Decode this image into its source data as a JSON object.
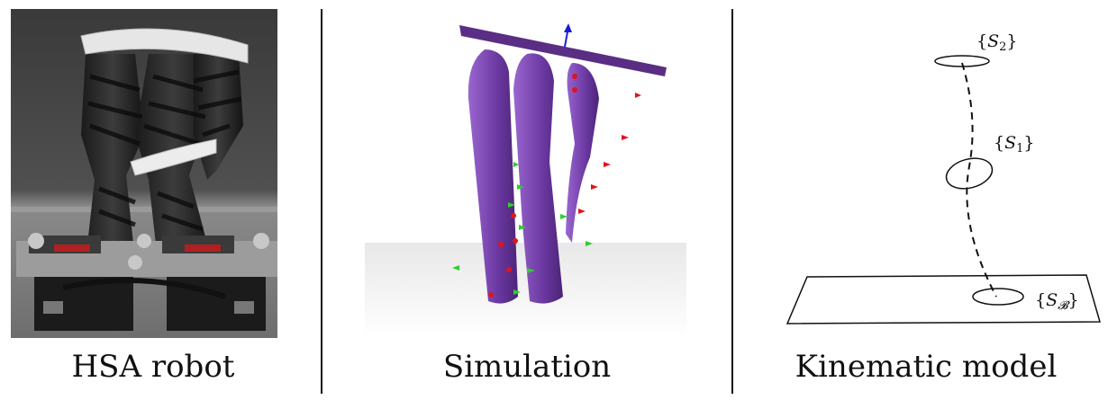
{
  "panels": [
    {
      "caption": "HSA robot"
    },
    {
      "caption": "Simulation"
    },
    {
      "caption": "Kinematic model"
    }
  ],
  "frames": {
    "s2": {
      "main": "S",
      "sub": "2"
    },
    "s1": {
      "main": "S",
      "sub": "1"
    },
    "sb": {
      "main": "S",
      "sub": "𝓑"
    }
  },
  "colors": {
    "rod": "#7a44b0",
    "plate": "#5a2e84",
    "arrow_red": "#e0141e",
    "arrow_green": "#2ccf2c",
    "arrow_blue": "#1a1ad8"
  }
}
